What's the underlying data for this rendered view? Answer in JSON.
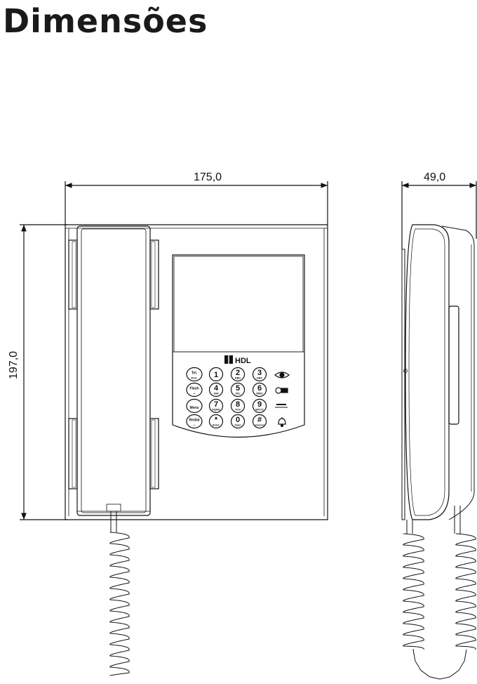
{
  "title": "Dimensões",
  "dimensions": {
    "width": "175,0",
    "height": "197,0",
    "depth": "49,0"
  },
  "brand": "HDL",
  "keypad": {
    "rows": [
      [
        {
          "main": "Tel.",
          "sub": "Port."
        },
        {
          "main": "1",
          "sub": ""
        },
        {
          "main": "2",
          "sub": "ABC"
        },
        {
          "main": "3",
          "sub": "DEF"
        }
      ],
      [
        {
          "main": "Flash",
          "sub": "+"
        },
        {
          "main": "4",
          "sub": "GHI"
        },
        {
          "main": "5",
          "sub": "JKL"
        },
        {
          "main": "6",
          "sub": "MNO"
        }
      ],
      [
        {
          "main": "Menu",
          "sub": ""
        },
        {
          "main": "7",
          "sub": "PQRS"
        },
        {
          "main": "8",
          "sub": "TUV"
        },
        {
          "main": "9",
          "sub": "WXYZ"
        }
      ],
      [
        {
          "main": "Redial",
          "sub": "—"
        },
        {
          "main": "*",
          "sub": "Enter"
        },
        {
          "main": "0",
          "sub": "Oper"
        },
        {
          "main": "#",
          "sub": "Cancel"
        }
      ]
    ]
  }
}
